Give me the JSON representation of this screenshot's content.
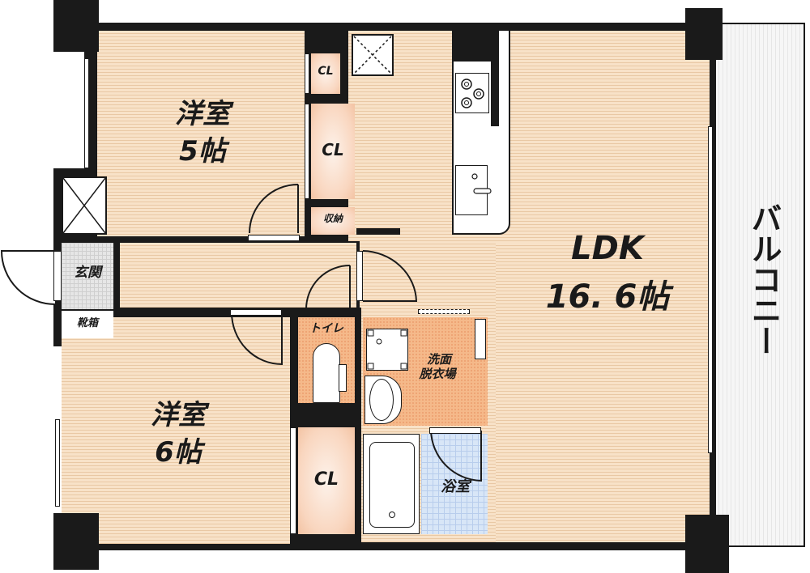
{
  "floor_plan": {
    "rooms": {
      "western_room_1": {
        "name": "洋室",
        "size": "5帖"
      },
      "western_room_2": {
        "name": "洋室",
        "size": "6帖"
      },
      "ldk": {
        "name": "LDK",
        "size": "16. 6帖"
      },
      "entrance": {
        "name": "玄関"
      },
      "shoe_box": {
        "name": "靴箱"
      },
      "toilet": {
        "name": "トイレ"
      },
      "washroom": {
        "name_line1": "洗面",
        "name_line2": "脱衣場"
      },
      "bathroom": {
        "name": "浴室"
      },
      "balcony": {
        "name": "バルコニー"
      }
    },
    "storage": {
      "closet_small": "CL",
      "closet_large": "CL",
      "storage_small": "収納",
      "closet_bottom": "CL"
    },
    "colors": {
      "wall": "#1a1a1a",
      "wood_floor": "#f6dcc0",
      "wet_area_floor": "#f5b98a",
      "bath_floor": "#d8e6f7",
      "entrance_floor": "#e6e6e6",
      "balcony_floor": "#f3f3f3"
    }
  }
}
